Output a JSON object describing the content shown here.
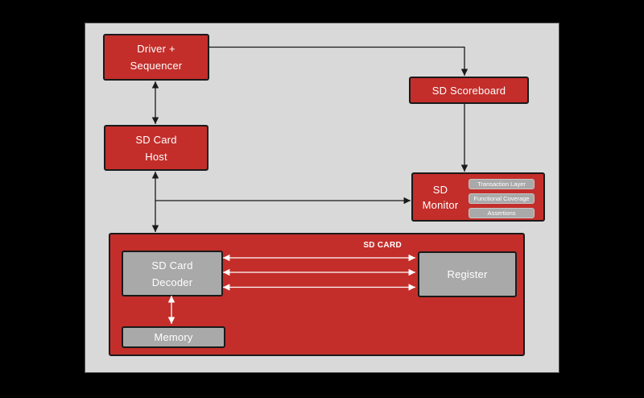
{
  "colors": {
    "background": "#000000",
    "panel": "#D9D9D9",
    "panel-border": "#4F4F4F",
    "red": "#C32E2A",
    "gray": "#A9A9A9",
    "border-dark": "#1A1A1A",
    "text-light": "#FFFFFF",
    "subbox-border": "#C6C6C6",
    "connector-dark": "#1A1A1A",
    "connector-light": "#FFFFFF"
  },
  "blocks": {
    "driver_sequencer": {
      "line1": "Driver +",
      "line2": "Sequencer"
    },
    "sd_card_host": {
      "line1": "SD Card",
      "line2": "Host"
    },
    "sd_scoreboard": {
      "label": "SD Scoreboard"
    },
    "sd_monitor": {
      "line1": "SD",
      "line2": "Monitor",
      "sub_blocks": [
        "Transaction Layer",
        "Functional Coverage",
        "Assertions"
      ]
    },
    "sd_card": {
      "title": "SD CARD",
      "decoder": {
        "line1": "SD Card",
        "line2": "Decoder"
      },
      "register": {
        "label": "Register"
      },
      "memory": {
        "label": "Memory"
      }
    }
  }
}
